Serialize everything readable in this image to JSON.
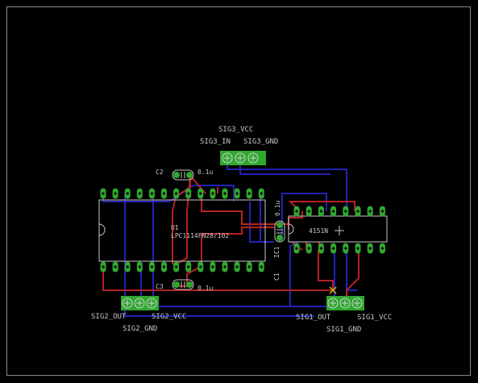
{
  "colors": {
    "background": "#000000",
    "outline": "#8a8a8a",
    "pad": "#2fa82f",
    "pad_hole": "#0a0a0a",
    "top_trace": "#b52222",
    "bottom_trace": "#2222b5",
    "silk": "#c8c8c8",
    "marker": "#d8b800"
  },
  "connectors": {
    "sig3": {
      "vcc": "SIG3_VCC",
      "in": "SIG3_IN",
      "gnd": "SIG3_GND"
    },
    "sig2": {
      "out": "SIG2_OUT",
      "vcc": "SIG2_VCC",
      "gnd": "SIG2_GND"
    },
    "sig1": {
      "out": "SIG1_OUT",
      "vcc": "SIG1_VCC",
      "gnd": "SIG1_GND"
    }
  },
  "components": {
    "c1": {
      "name": "C1",
      "value": "0.1u"
    },
    "c2": {
      "name": "C2",
      "value": "0.1u"
    },
    "c3": {
      "name": "C3",
      "value": "0.1u"
    },
    "u1": {
      "name": "U1",
      "part": "LPC1114FN28/102"
    },
    "ic1": {
      "name": "IC1",
      "part": "4151N"
    }
  },
  "icons": [
    "terminal-block-icon",
    "capacitor-icon",
    "dip-package-icon",
    "via-marker-icon"
  ]
}
